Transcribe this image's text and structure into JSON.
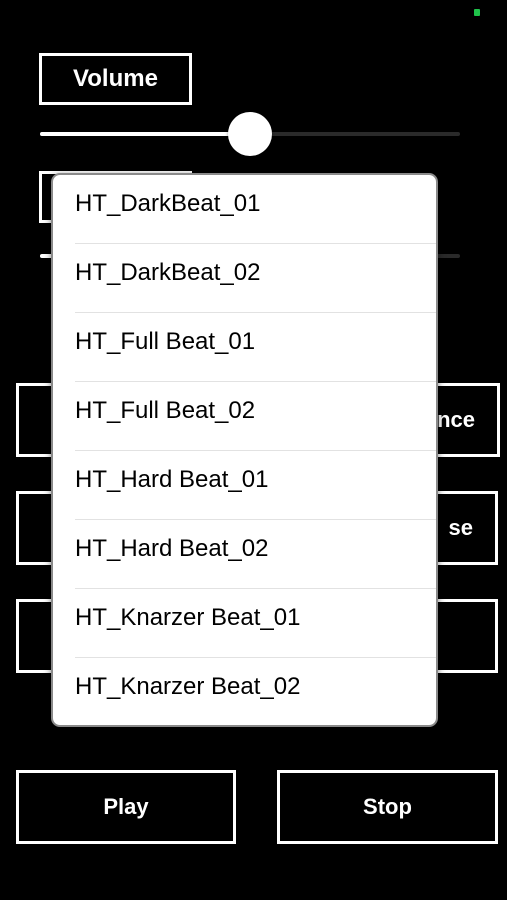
{
  "status": {
    "indicator_color": "#1fc24a"
  },
  "volume": {
    "label": "Volume",
    "level_fraction": 0.5
  },
  "speed": {
    "label": "",
    "level_fraction": 0.5
  },
  "buttons": {
    "row1_right_label": "nce",
    "row2_right_label": "se",
    "row3_right_label": "",
    "play": "Play",
    "stop": "Stop"
  },
  "dropdown": {
    "items": [
      "HT_DarkBeat_01",
      "HT_DarkBeat_02",
      "HT_Full Beat_01",
      "HT_Full Beat_02",
      "HT_Hard Beat_01",
      "HT_Hard Beat_02",
      "HT_Knarzer Beat_01",
      "HT_Knarzer Beat_02"
    ]
  },
  "colors": {
    "background": "#000000",
    "foreground": "#ffffff",
    "dropdown_background": "#ffffff",
    "dropdown_text": "#000000"
  }
}
